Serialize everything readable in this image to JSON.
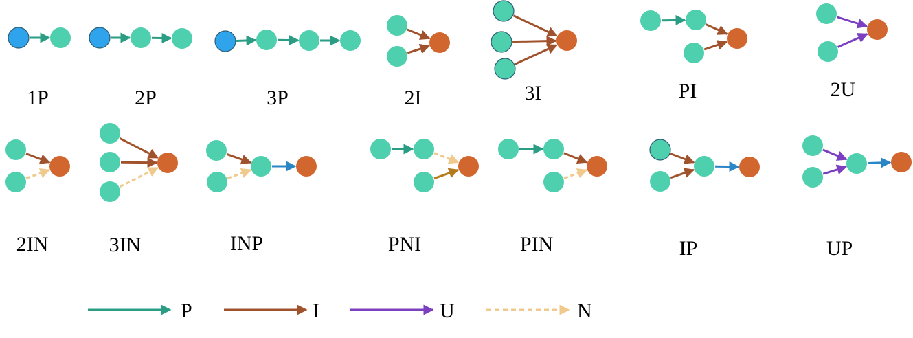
{
  "colors": {
    "start_node": "#2fa3ec",
    "mid_node": "#4ecfae",
    "target_node": "#d2662f",
    "P": "#2a9d84",
    "I": "#a0522d",
    "U": "#7b3fbf",
    "N": "#f0c98d",
    "proj_blue": "#2b86c5",
    "mixed": "#b37b1e",
    "node_outline": "#2b5f75"
  },
  "diagrams": [
    {
      "label": "1P"
    },
    {
      "label": "2P"
    },
    {
      "label": "3P"
    },
    {
      "label": "2I"
    },
    {
      "label": "3I"
    },
    {
      "label": "PI"
    },
    {
      "label": "2U"
    },
    {
      "label": "2IN"
    },
    {
      "label": "3IN"
    },
    {
      "label": "INP"
    },
    {
      "label": "PNI"
    },
    {
      "label": "PIN"
    },
    {
      "label": "IP"
    },
    {
      "label": "UP"
    }
  ],
  "legend": [
    {
      "label": "P",
      "kind": "P"
    },
    {
      "label": "I",
      "kind": "I"
    },
    {
      "label": "U",
      "kind": "U"
    },
    {
      "label": "N",
      "kind": "N"
    }
  ]
}
